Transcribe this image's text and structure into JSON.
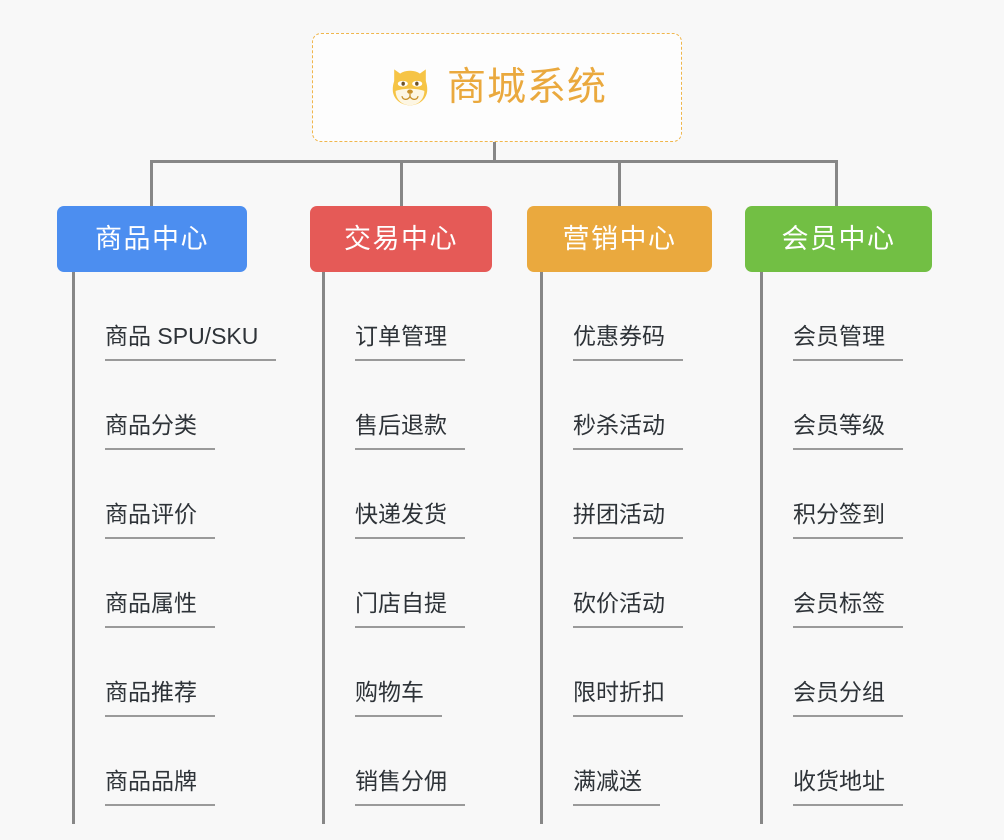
{
  "page": {
    "background_color": "#f8f8f8",
    "line_color": "#878787",
    "item_text_color": "#2e3338",
    "item_rule_color": "#9a9a9a"
  },
  "root": {
    "title": "商城系统",
    "icon": "shiba-dog-face-icon",
    "accent_color": "#eaa93e",
    "border_style": "dashed",
    "background_color": "#fdfdfd"
  },
  "branches": [
    {
      "id": "product-center",
      "label": "商品中心",
      "color": "#4c8ef0",
      "items": [
        "商品 SPU/SKU",
        "商品分类",
        "商品评价",
        "商品属性",
        "商品推荐",
        "商品品牌"
      ]
    },
    {
      "id": "trade-center",
      "label": "交易中心",
      "color": "#e55a57",
      "items": [
        "订单管理",
        "售后退款",
        "快递发货",
        "门店自提",
        "购物车",
        "销售分佣"
      ]
    },
    {
      "id": "marketing-center",
      "label": "营销中心",
      "color": "#eaa93e",
      "items": [
        "优惠券码",
        "秒杀活动",
        "拼团活动",
        "砍价活动",
        "限时折扣",
        "满减送"
      ]
    },
    {
      "id": "member-center",
      "label": "会员中心",
      "color": "#72bf44",
      "items": [
        "会员管理",
        "会员等级",
        "积分签到",
        "会员标签",
        "会员分组",
        "收货地址"
      ]
    }
  ]
}
